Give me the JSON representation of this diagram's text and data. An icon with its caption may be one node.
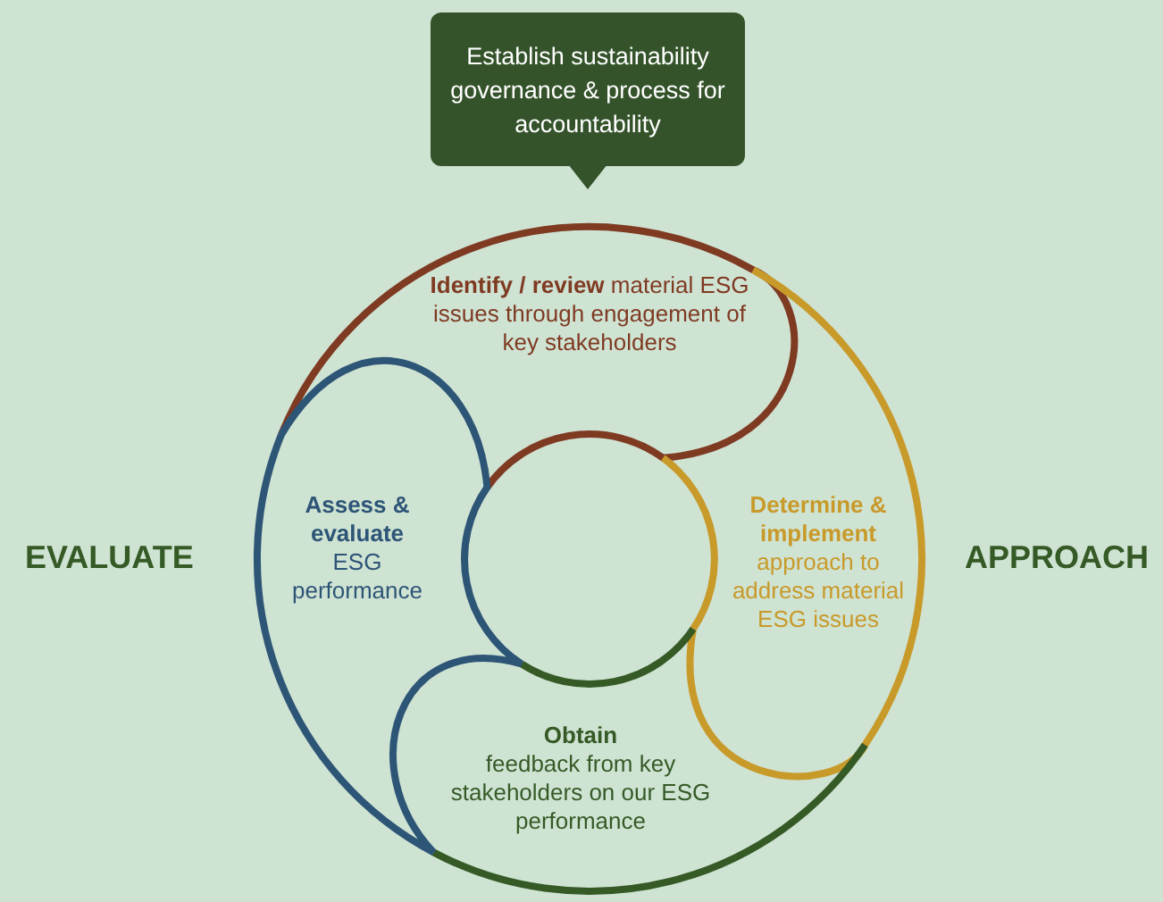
{
  "diagram": {
    "nodes": [
      {
        "text": [
          "Establish sustainability governance & process for accountability"
        ]
      },
      {
        "text": [
          "**Identify / review** material ESG issues through engagement of key stakeholders"
        ]
      },
      {
        "text": [
          "Assess & evaluate",
          "ESG performance"
        ]
      },
      {
        "text": [
          "Determine & implement",
          "approach to address material ESG issues"
        ]
      },
      {
        "text": [
          "Obtain",
          "feedback from key stakeholders on our ESG performance"
        ]
      }
    ],
    "labels": [
      "EVALUATE",
      "APPROACH"
    ]
  }
}
